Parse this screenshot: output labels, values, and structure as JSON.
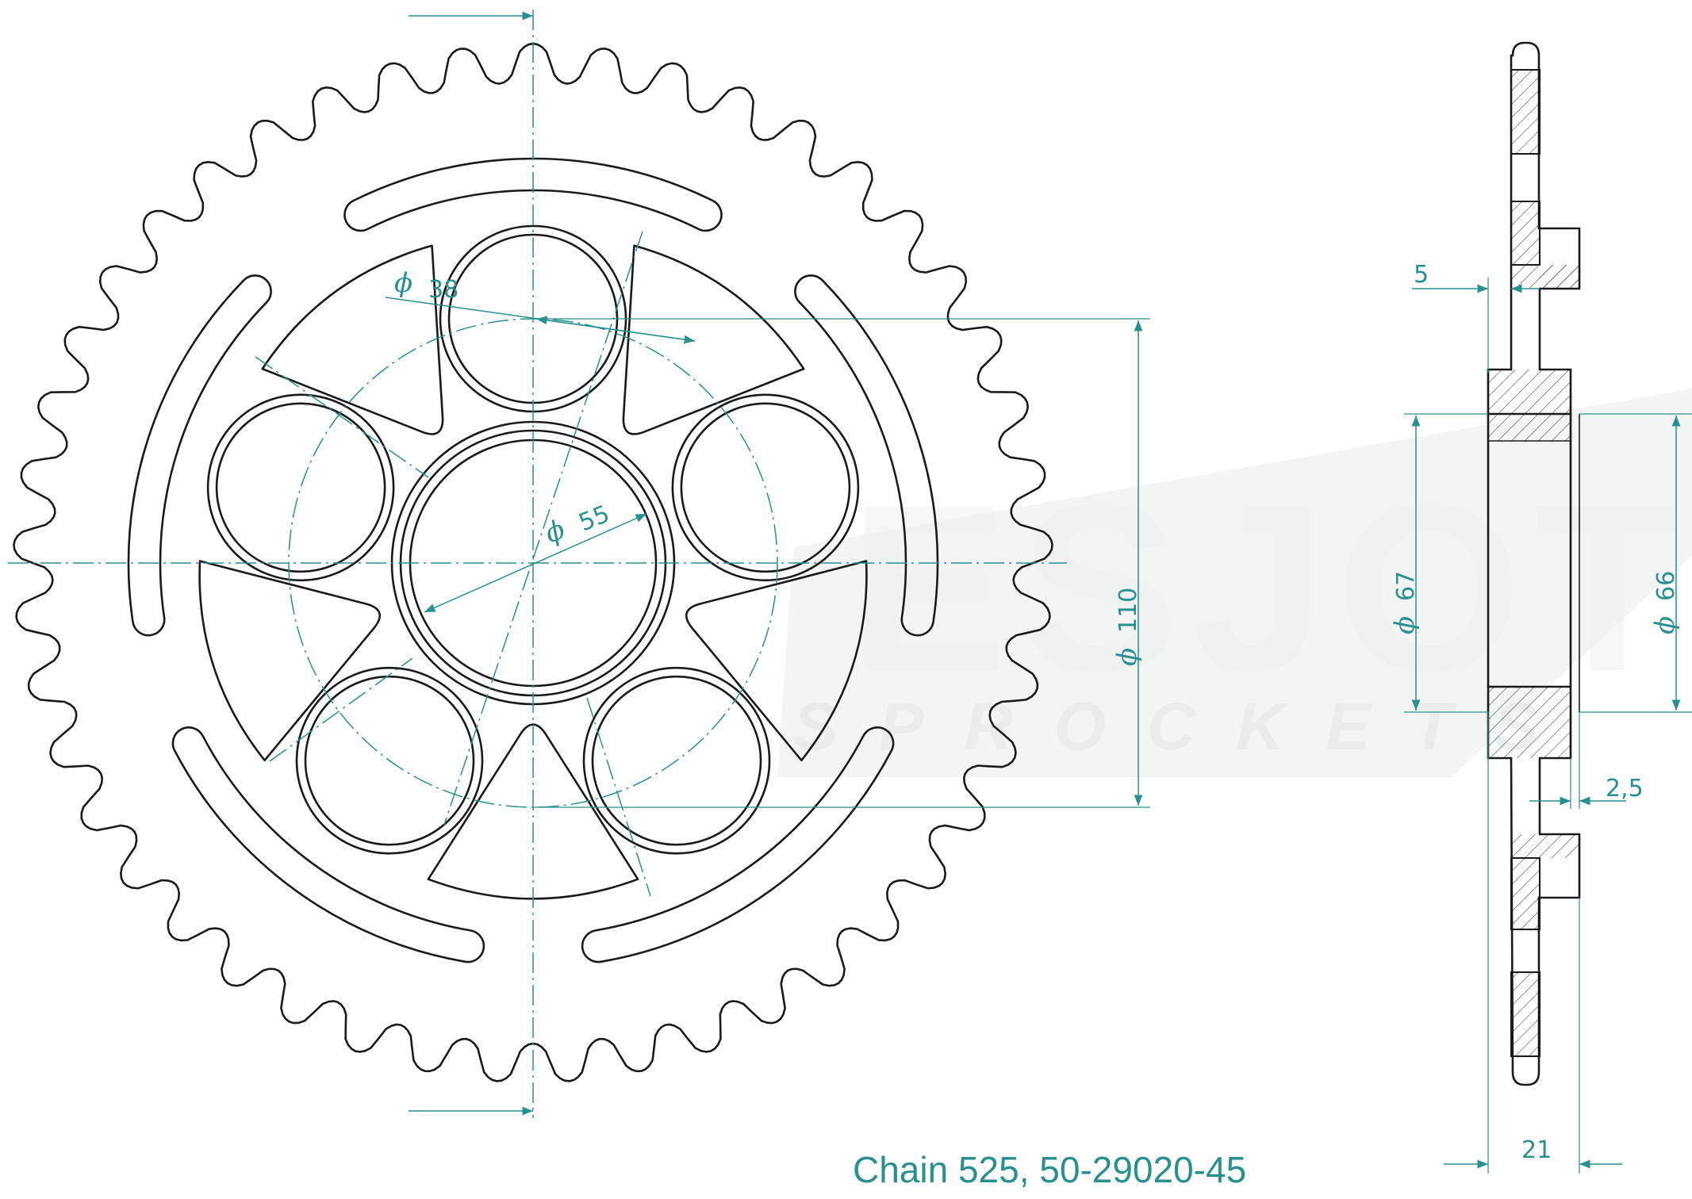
{
  "caption": "Chain 525, 50-29020-45",
  "watermark": {
    "brand": "ESJOT",
    "sub": "SPROCKETS"
  },
  "dimensions": {
    "bolt_hole": "38",
    "center_bore": "55",
    "bolt_circle": "110",
    "hub_outer": "67",
    "hub_inner": "66",
    "tooth_width": "5",
    "hub_step": "2,5",
    "overall_width": "21"
  },
  "part": {
    "teeth": 45
  },
  "colors": {
    "dimension": "#2a8f8f",
    "outline": "#1a1a1a",
    "watermark": "#eceeee"
  }
}
